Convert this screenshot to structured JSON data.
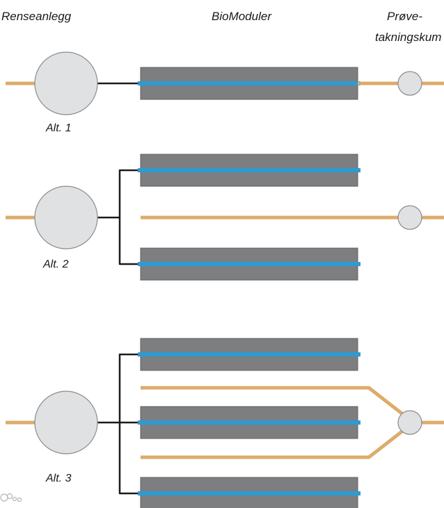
{
  "headers": {
    "treatment_plant": "Renseanlegg",
    "biomodules": "BioModuler",
    "sampling_line1": "Prøve-",
    "sampling_line2": "takningskum"
  },
  "alternatives": [
    {
      "label": "Alt. 1",
      "modules": 1,
      "bypass_lines": 0
    },
    {
      "label": "Alt. 2",
      "modules": 2,
      "bypass_lines": 1
    },
    {
      "label": "Alt. 3",
      "modules": 3,
      "bypass_lines": 2
    }
  ],
  "colors": {
    "plant_fill": "#e0e1e3",
    "plant_stroke": "#8a8a8a",
    "module_fill": "#7d7e80",
    "module_stroke": "#5e5f61",
    "module_pipe": "#2e9bd1",
    "bypass_pipe": "#dcac6a",
    "connector": "#1a1a1a"
  }
}
